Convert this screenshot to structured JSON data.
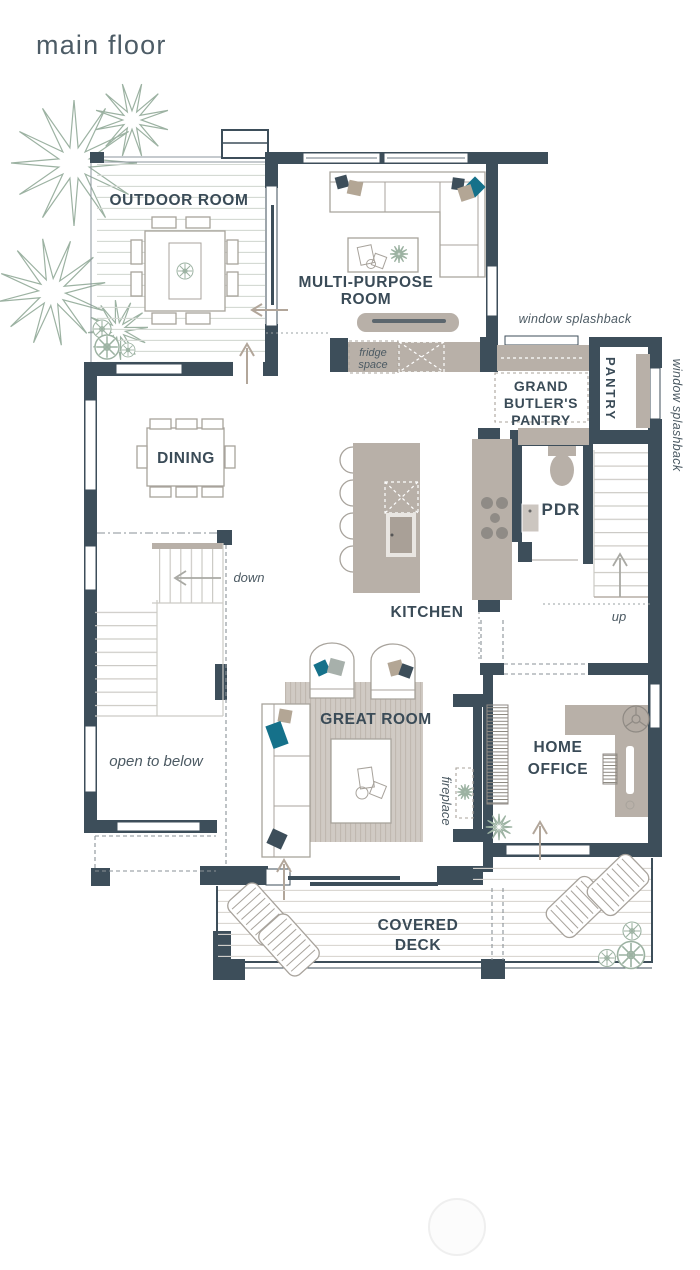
{
  "title": "main floor",
  "colors": {
    "wall": "#3d4e5a",
    "counter": "#b8b0a8",
    "furn": "#a8a39c",
    "sage": "#9cb2a2",
    "teal": "#15718a",
    "tan": "#b3a695",
    "rug": "#d0cac4",
    "deckline": "#d8d5d0",
    "arrow": "#b2a69a",
    "label": "#3a4b57",
    "ann": "#4c5a63"
  },
  "labels": {
    "outdoor_room": "OUTDOOR ROOM",
    "multi_purpose": [
      "MULTI-PURPOSE",
      "ROOM"
    ],
    "dining": "DINING",
    "kitchen": "KITCHEN",
    "great_room": "GREAT ROOM",
    "home_office": [
      "HOME",
      "OFFICE"
    ],
    "covered_deck": [
      "COVERED",
      "DECK"
    ],
    "grand_butlers_pantry": [
      "GRAND",
      "BUTLER'S",
      "PANTRY"
    ],
    "pantry": "PANTRY",
    "pdr": "PDR"
  },
  "annotations": {
    "window_splashback_top": "window splashback",
    "window_splashback_side": "window splashback",
    "fridge_space": [
      "fridge",
      "space"
    ],
    "up": "up",
    "down": "down",
    "open_to_below": "open to below",
    "fireplace": "fireplace"
  }
}
